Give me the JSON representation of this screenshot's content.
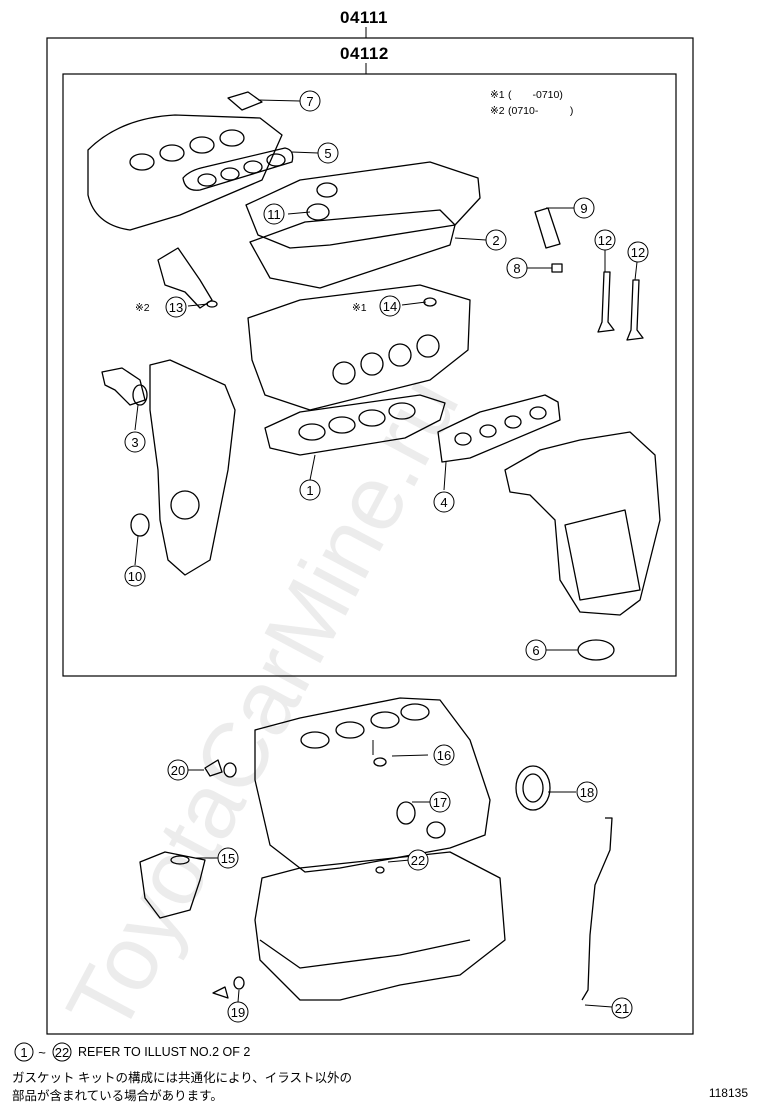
{
  "header": {
    "outer_code": "04111",
    "inner_code": "04112"
  },
  "legend": {
    "line1_mark": "※1",
    "line1_range": "(　　-0710)",
    "line2_mark": "※2",
    "line2_range": "(0710-　　　)"
  },
  "callouts": {
    "c1": "1",
    "c2": "2",
    "c3": "3",
    "c4": "4",
    "c5": "5",
    "c6": "6",
    "c7": "7",
    "c8": "8",
    "c9": "9",
    "c10": "10",
    "c11": "11",
    "c12a": "12",
    "c12b": "12",
    "c13": "13",
    "c14": "14",
    "c15": "15",
    "c16": "16",
    "c17": "17",
    "c18": "18",
    "c19": "19",
    "c20": "20",
    "c21": "21",
    "c22": "22",
    "note13": "※2",
    "note14": "※1"
  },
  "footer": {
    "range_start": "1",
    "range_tilde": "~",
    "range_end": "22",
    "refer_text": "REFER TO ILLUST NO.2 OF 2",
    "jp_line1": "ガスケット キットの構成には共通化により、イラスト以外の",
    "jp_line2": "部品が含まれている場合があります。"
  },
  "figure_number": "118135",
  "watermark": "ToyotaCarMine.ru"
}
